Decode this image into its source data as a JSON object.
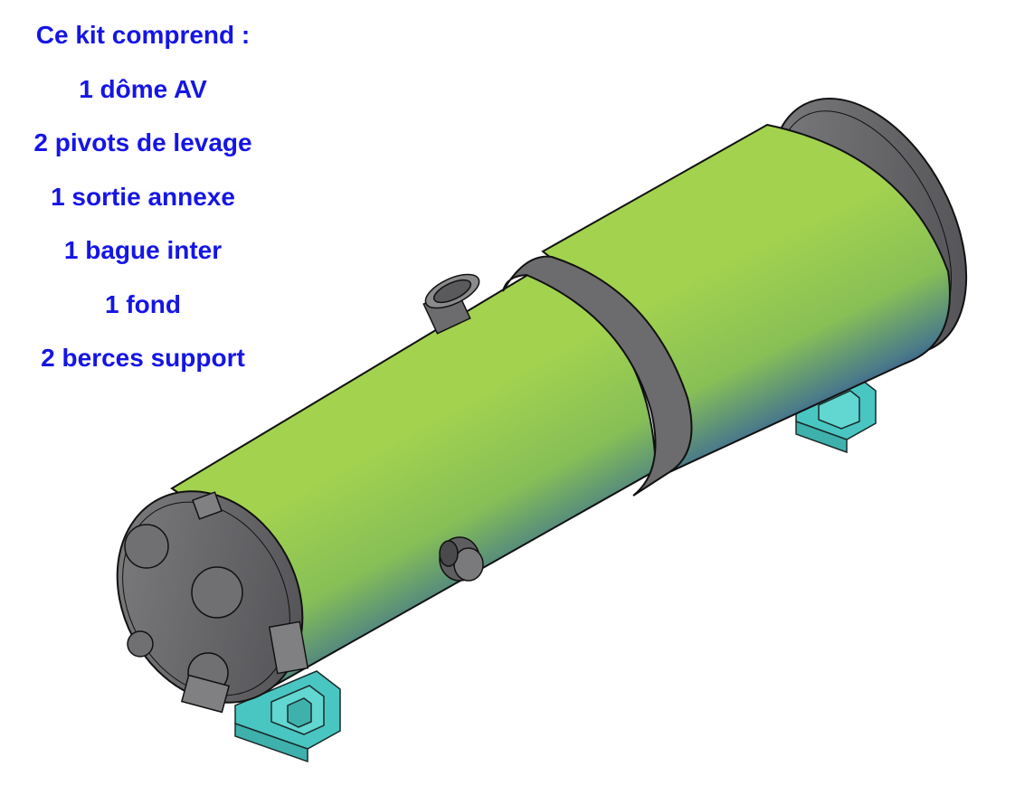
{
  "kit_list": {
    "heading": "Ce kit comprend :",
    "items": [
      "1 dôme AV",
      "2 pivots de levage",
      "1 sortie annexe",
      "1 bague inter",
      "1 fond",
      "2 berces support"
    ]
  },
  "colors": {
    "text": "#1515e6",
    "shell_light": "#a3d24f",
    "shell_dark": "#2c3595",
    "end_caps": "#6c6c6e",
    "supports": "#49c6c2",
    "outline": "#111111"
  },
  "drawing_parts": [
    "front-dome",
    "lifting-pivot",
    "side-outlet",
    "intermediate-ring",
    "rear-bottom",
    "support-cradle"
  ]
}
